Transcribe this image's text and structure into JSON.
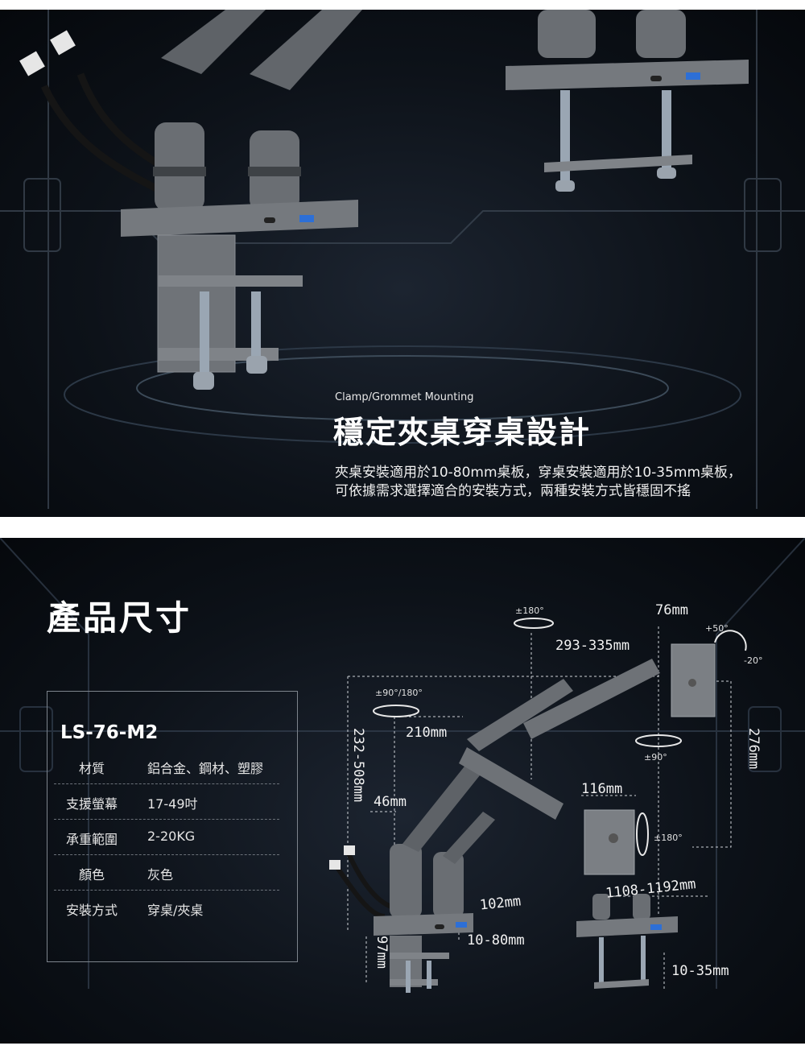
{
  "top_panel": {
    "subtitle": "Clamp/Grommet Mounting",
    "title": "穩定夾桌穿桌設計",
    "body_line1": "夾桌安裝適用於10-80mm桌板，穿桌安裝適用於10-35mm桌板，",
    "body_line2": "可依據需求選擇適合的安裝方式，兩種安裝方式皆穩固不搖"
  },
  "bottom_panel": {
    "title": "產品尺寸",
    "model": "LS-76-M2",
    "specs": [
      {
        "key": "材質",
        "value": "鋁合金、鋼材、塑膠"
      },
      {
        "key": "支援螢幕",
        "value": "17-49吋"
      },
      {
        "key": "承重範圍",
        "value": "2-20KG"
      },
      {
        "key": "顏色",
        "value": "灰色"
      },
      {
        "key": "安裝方式",
        "value": "穿桌/夾桌"
      }
    ],
    "dimensions": {
      "rot_top": "±180°",
      "width_76": "76mm",
      "tilt_up": "+50°",
      "tilt_down": "-20°",
      "span_293": "293-335mm",
      "swivel_left": "±90°/180°",
      "d210": "210mm",
      "d232": "232-508mm",
      "d276": "276mm",
      "swivel_right": "±90°",
      "d46": "46mm",
      "d116": "116mm",
      "rot_right": "±180°",
      "d102": "102mm",
      "d1108": "1108-1192mm",
      "d10_80": "10-80mm",
      "d97": "97mm",
      "d10_35": "10-35mm"
    }
  },
  "colors": {
    "background": "#0d1219",
    "metal": "#6e7277",
    "metal_dark": "#4a4e53",
    "accent_blue": "#2d6fd6"
  }
}
